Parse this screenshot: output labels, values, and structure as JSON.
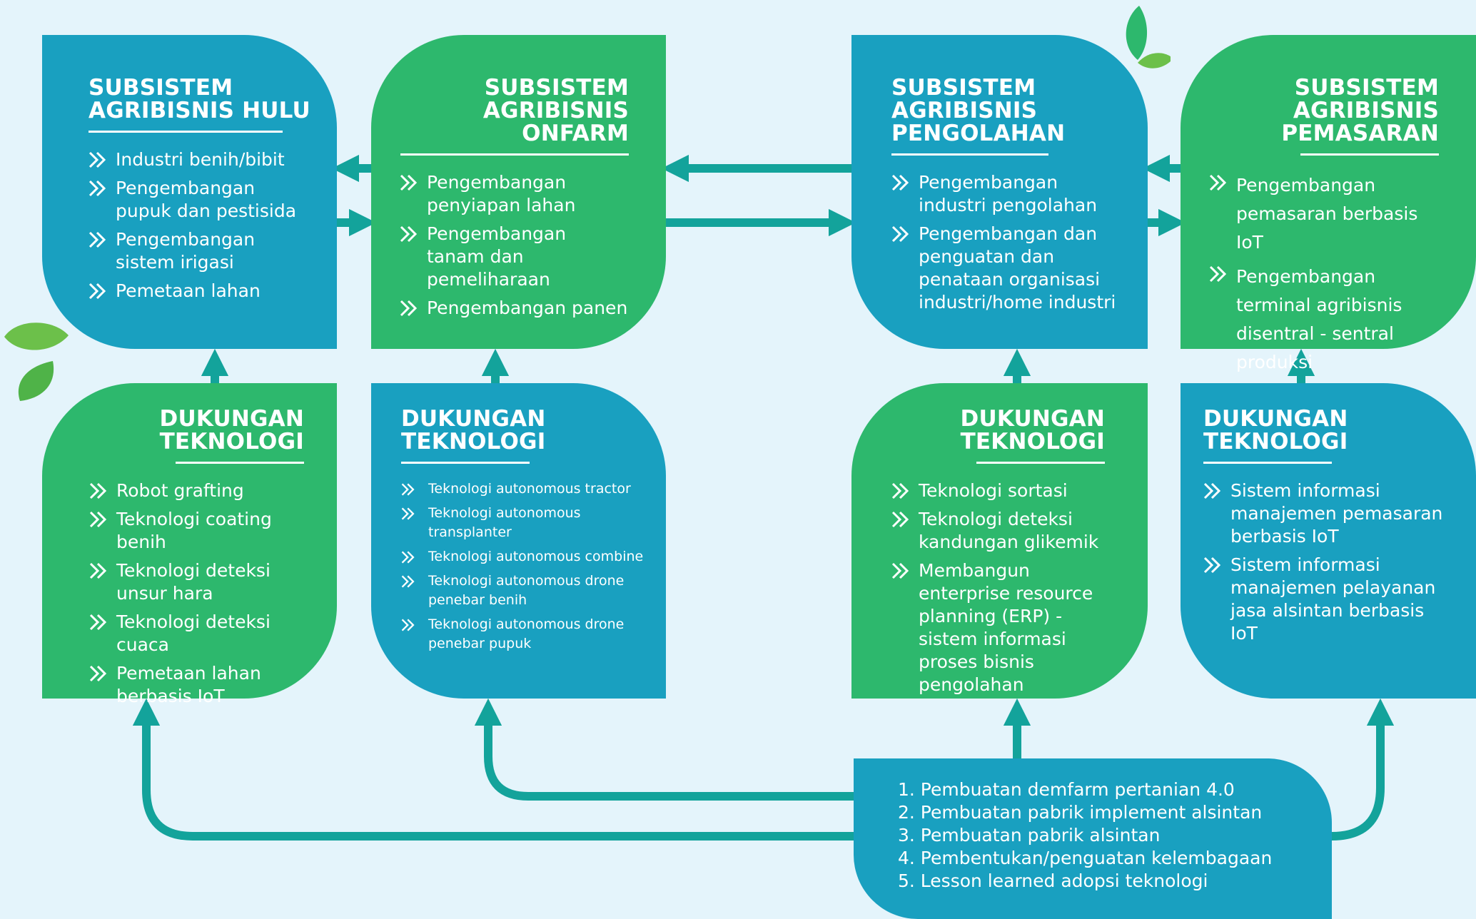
{
  "colors": {
    "background": "#e4f4fb",
    "blue": "#19a0c0",
    "green": "#2db86d",
    "connector": "#13a39b",
    "leaf": "#5cb848"
  },
  "hulu": {
    "title": [
      "SUBSISTEM",
      "AGRIBISNIS HULU"
    ],
    "items": [
      "Industri benih/bibit",
      "Pengembangan pupuk dan pestisida",
      "Pengembangan sistem irigasi",
      "Pemetaan lahan"
    ]
  },
  "onfarm": {
    "title": [
      "SUBSISTEM",
      "AGRIBISNIS ONFARM"
    ],
    "items": [
      "Pengembangan penyiapan lahan",
      "Pengembangan tanam dan pemeliharaan",
      "Pengembangan panen"
    ]
  },
  "pengolahan": {
    "title": [
      "SUBSISTEM",
      "AGRIBISNIS",
      "PENGOLAHAN"
    ],
    "items": [
      "Pengembangan industri pengolahan",
      "Pengembangan dan penguatan dan penataan organisasi industri/home industri"
    ]
  },
  "pemasaran": {
    "title": [
      "SUBSISTEM",
      "AGRIBISNIS",
      "PEMASARAN"
    ],
    "items": [
      "Pengembangan pemasaran berbasis IoT",
      "Pengembangan terminal agribisnis disentral - sentral produksi"
    ]
  },
  "dukungan1": {
    "title": [
      "DUKUNGAN",
      "TEKNOLOGI"
    ],
    "items": [
      "Robot grafting",
      "Teknologi coating benih",
      "Teknologi deteksi unsur hara",
      "Teknologi deteksi cuaca",
      "Pemetaan lahan berbasis IoT"
    ]
  },
  "dukungan2": {
    "title": [
      "DUKUNGAN",
      "TEKNOLOGI"
    ],
    "items": [
      "Teknologi autonomous tractor",
      "Teknologi autonomous transplanter",
      "Teknologi autonomous combine",
      "Teknologi autonomous drone penebar benih",
      "Teknologi autonomous drone penebar pupuk"
    ]
  },
  "dukungan3": {
    "title": [
      "DUKUNGAN",
      "TEKNOLOGI"
    ],
    "items": [
      "Teknologi sortasi",
      "Teknologi deteksi kandungan glikemik",
      "Membangun enterprise resource planning (ERP) - sistem informasi proses bisnis pengolahan"
    ]
  },
  "dukungan4": {
    "title": [
      "DUKUNGAN",
      "TEKNOLOGI"
    ],
    "items": [
      "Sistem informasi manajemen pemasaran berbasis IoT",
      "Sistem informasi manajemen pelayanan jasa alsintan berbasis IoT"
    ]
  },
  "programs": {
    "items": [
      "1. Pembuatan demfarm pertanian 4.0",
      "2. Pembuatan pabrik implement alsintan",
      "3. Pembuatan pabrik alsintan",
      "4. Pembentukan/penguatan kelembagaan",
      "5. Lesson learned adopsi teknologi"
    ]
  }
}
